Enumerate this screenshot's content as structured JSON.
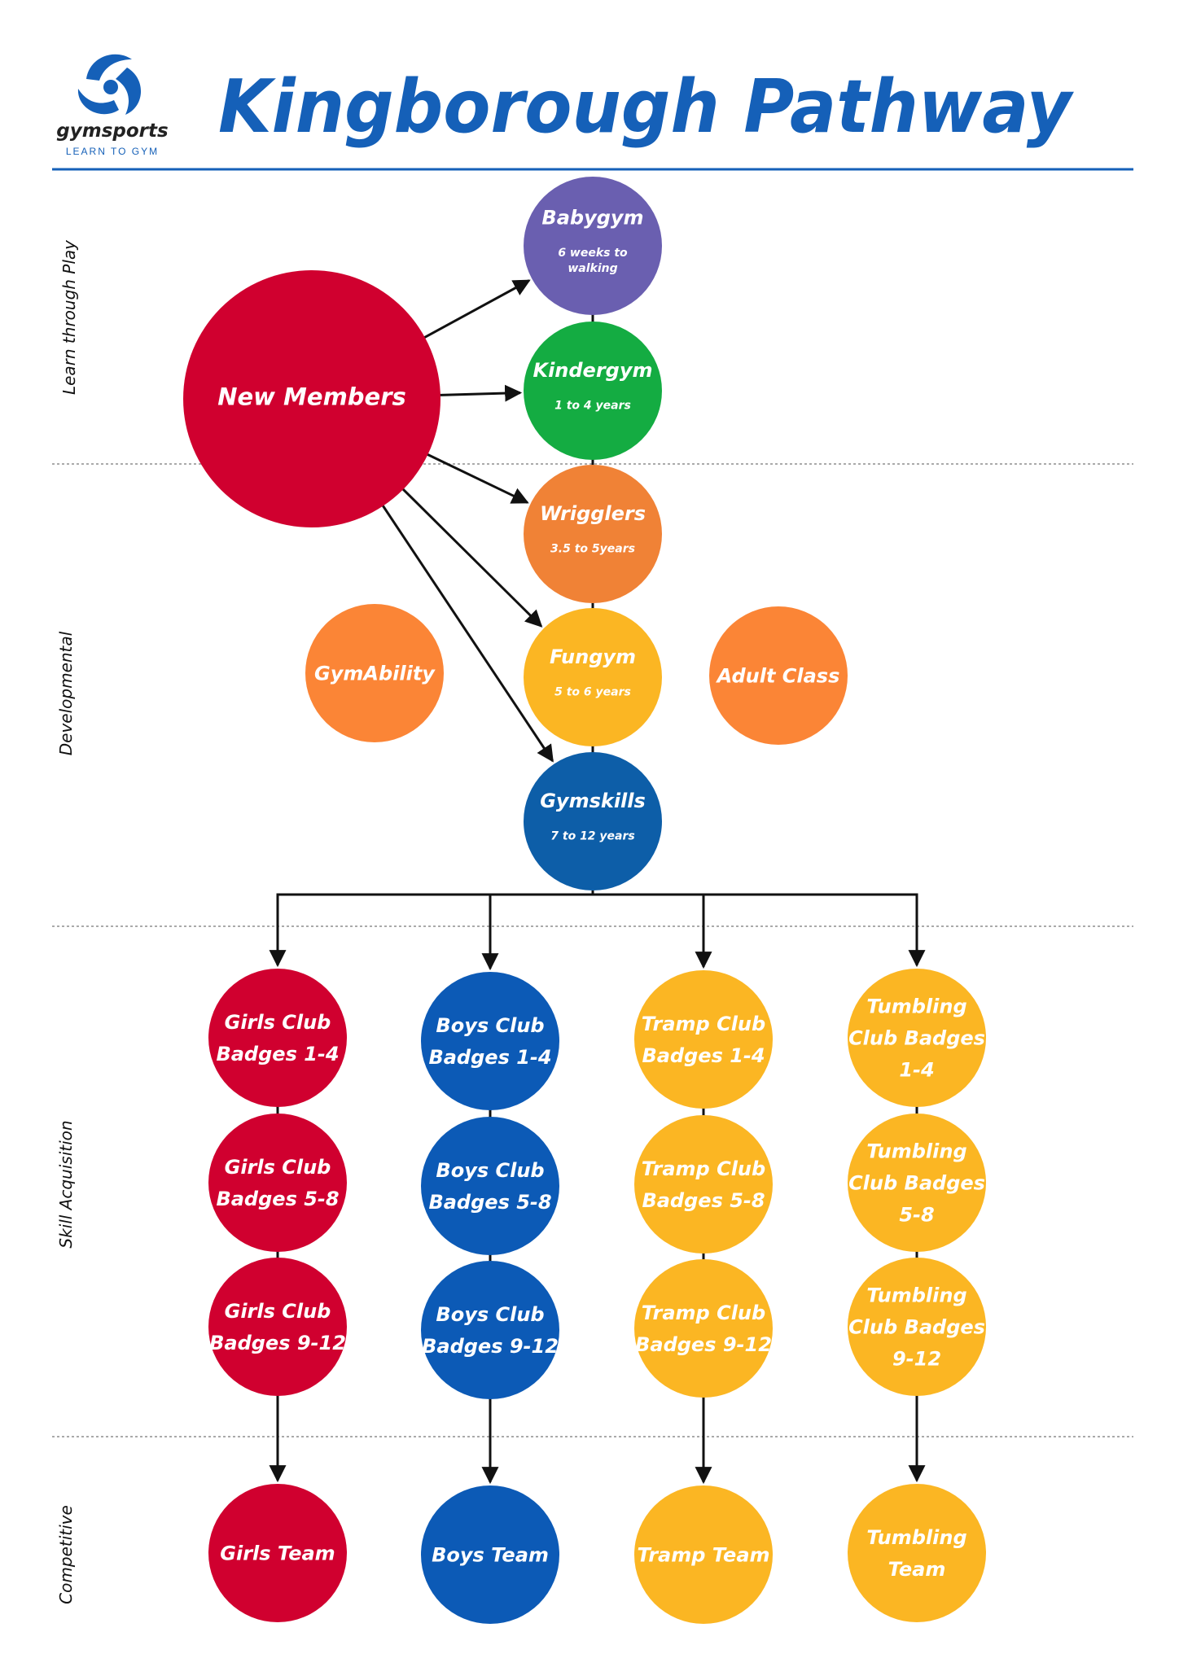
{
  "header": {
    "title": "Kingborough Pathway",
    "logo_name": "gymsports",
    "logo_tagline": "LEARN TO GYM",
    "brand_color": "#1560b8"
  },
  "sections": [
    {
      "id": "learn",
      "label": "Learn through Play"
    },
    {
      "id": "developmental",
      "label": "Developmental"
    },
    {
      "id": "skill",
      "label": "Skill Acquisition"
    },
    {
      "id": "competitive",
      "label": "Competitive"
    }
  ],
  "nodes": [
    {
      "id": "new-members",
      "label": "New Members",
      "color": "#d0002f"
    },
    {
      "id": "babygym",
      "label": "Babygym",
      "sub": "6 weeks to walking",
      "color": "#6a5fb0"
    },
    {
      "id": "kindergym",
      "label": "Kindergym",
      "sub": "1 to 4 years",
      "color": "#14ac42"
    },
    {
      "id": "wrigglers",
      "label": "Wrigglers",
      "sub": "3.5 to 5years",
      "color": "#f08236"
    },
    {
      "id": "fungym",
      "label": "Fungym",
      "sub": "5 to 6 years",
      "color": "#fbb623"
    },
    {
      "id": "gymskills",
      "label": "Gymskills",
      "sub": "7 to 12 years",
      "color": "#0d5ea8"
    },
    {
      "id": "gymability",
      "label": "GymAbility",
      "color": "#fb8536"
    },
    {
      "id": "adult-class",
      "label": "Adult Class",
      "color": "#fb8536"
    },
    {
      "id": "girls-1",
      "label": "Girls Club Badges 1-4",
      "color": "#d0002f"
    },
    {
      "id": "girls-2",
      "label": "Girls Club Badges 5-8",
      "color": "#d0002f"
    },
    {
      "id": "girls-3",
      "label": "Girls Club Badges 9-12",
      "color": "#d0002f"
    },
    {
      "id": "girls-team",
      "label": "Girls Team",
      "color": "#d0002f"
    },
    {
      "id": "boys-1",
      "label": "Boys Club Badges 1-4",
      "color": "#0c5ab6"
    },
    {
      "id": "boys-2",
      "label": "Boys Club Badges 5-8",
      "color": "#0c5ab6"
    },
    {
      "id": "boys-3",
      "label": "Boys Club Badges 9-12",
      "color": "#0c5ab6"
    },
    {
      "id": "boys-team",
      "label": "Boys Team",
      "color": "#0c5ab6"
    },
    {
      "id": "tramp-1",
      "label": "Tramp Club Badges 1-4",
      "color": "#fbb623"
    },
    {
      "id": "tramp-2",
      "label": "Tramp Club Badges 5-8",
      "color": "#fbb623"
    },
    {
      "id": "tramp-3",
      "label": "Tramp Club Badges 9-12",
      "color": "#fbb623"
    },
    {
      "id": "tramp-team",
      "label": "Tramp Team",
      "color": "#fbb623"
    },
    {
      "id": "tumbling-1",
      "label": "Tumbling Club Badges 1-4",
      "color": "#fbb623"
    },
    {
      "id": "tumbling-2",
      "label": "Tumbling Club Badges 5-8",
      "color": "#fbb623"
    },
    {
      "id": "tumbling-3",
      "label": "Tumbling Club Badges 9-12",
      "color": "#fbb623"
    },
    {
      "id": "tumbling-team",
      "label": "Tumbling Team",
      "color": "#fbb623"
    }
  ],
  "edges": [
    {
      "from": "new-members",
      "to": "babygym",
      "arrow": true
    },
    {
      "from": "new-members",
      "to": "kindergym",
      "arrow": true
    },
    {
      "from": "new-members",
      "to": "wrigglers",
      "arrow": true
    },
    {
      "from": "new-members",
      "to": "fungym",
      "arrow": true
    },
    {
      "from": "new-members",
      "to": "gymskills",
      "arrow": true
    },
    {
      "from": "babygym",
      "to": "kindergym",
      "arrow": false
    },
    {
      "from": "kindergym",
      "to": "wrigglers",
      "arrow": false
    },
    {
      "from": "wrigglers",
      "to": "fungym",
      "arrow": false
    },
    {
      "from": "fungym",
      "to": "gymskills",
      "arrow": false
    },
    {
      "from": "gymskills",
      "to": "girls-1",
      "arrow": true
    },
    {
      "from": "gymskills",
      "to": "boys-1",
      "arrow": true
    },
    {
      "from": "gymskills",
      "to": "tramp-1",
      "arrow": true
    },
    {
      "from": "gymskills",
      "to": "tumbling-1",
      "arrow": true
    },
    {
      "from": "girls-1",
      "to": "girls-2",
      "arrow": false
    },
    {
      "from": "girls-2",
      "to": "girls-3",
      "arrow": false
    },
    {
      "from": "girls-3",
      "to": "girls-team",
      "arrow": true
    },
    {
      "from": "boys-1",
      "to": "boys-2",
      "arrow": false
    },
    {
      "from": "boys-2",
      "to": "boys-3",
      "arrow": false
    },
    {
      "from": "boys-3",
      "to": "boys-team",
      "arrow": true
    },
    {
      "from": "tramp-1",
      "to": "tramp-2",
      "arrow": false
    },
    {
      "from": "tramp-2",
      "to": "tramp-3",
      "arrow": false
    },
    {
      "from": "tramp-3",
      "to": "tramp-team",
      "arrow": true
    },
    {
      "from": "tumbling-1",
      "to": "tumbling-2",
      "arrow": false
    },
    {
      "from": "tumbling-2",
      "to": "tumbling-3",
      "arrow": false
    },
    {
      "from": "tumbling-3",
      "to": "tumbling-team",
      "arrow": true
    }
  ]
}
